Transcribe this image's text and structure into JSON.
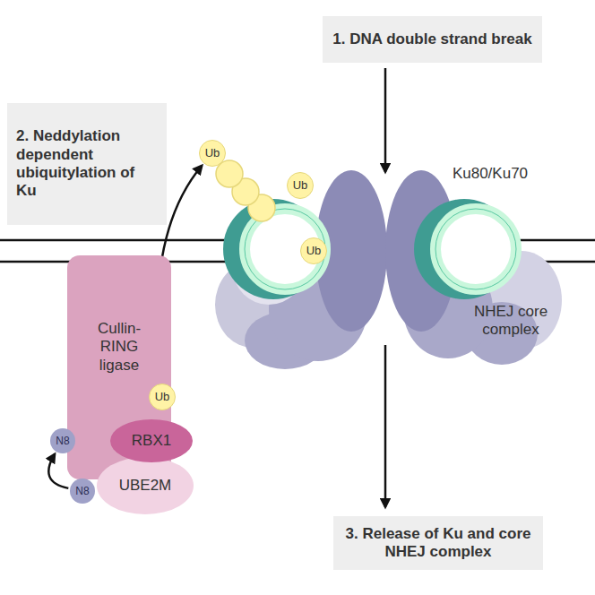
{
  "diagram": {
    "nodes": [
      {
        "text": [
          "1. DNA double strand break"
        ]
      },
      {
        "text": [
          "2. Neddylation dependent ubiquitylation of Ku"
        ]
      },
      {
        "text": [
          "Ub"
        ]
      },
      {
        "text": [
          "Ub"
        ]
      },
      {
        "text": [
          "Ub"
        ]
      },
      {
        "text": [
          "Cullin-RING ligase"
        ]
      },
      {
        "text": [
          "Ub"
        ]
      },
      {
        "text": [
          "N8"
        ]
      },
      {
        "text": [
          "RBX1"
        ]
      },
      {
        "text": [
          "UBE2M"
        ]
      },
      {
        "text": [
          "N8"
        ]
      },
      {
        "text": [
          "3. Release of Ku and core NHEJ complex"
        ]
      }
    ],
    "edges": [
      {
        "from": 6,
        "to": 2,
        "arrow": "to"
      },
      {
        "from": 10,
        "to": 7,
        "arrow": "to"
      }
    ],
    "labels": [
      "Ku80/Ku70",
      "NHEJ core complex"
    ]
  }
}
